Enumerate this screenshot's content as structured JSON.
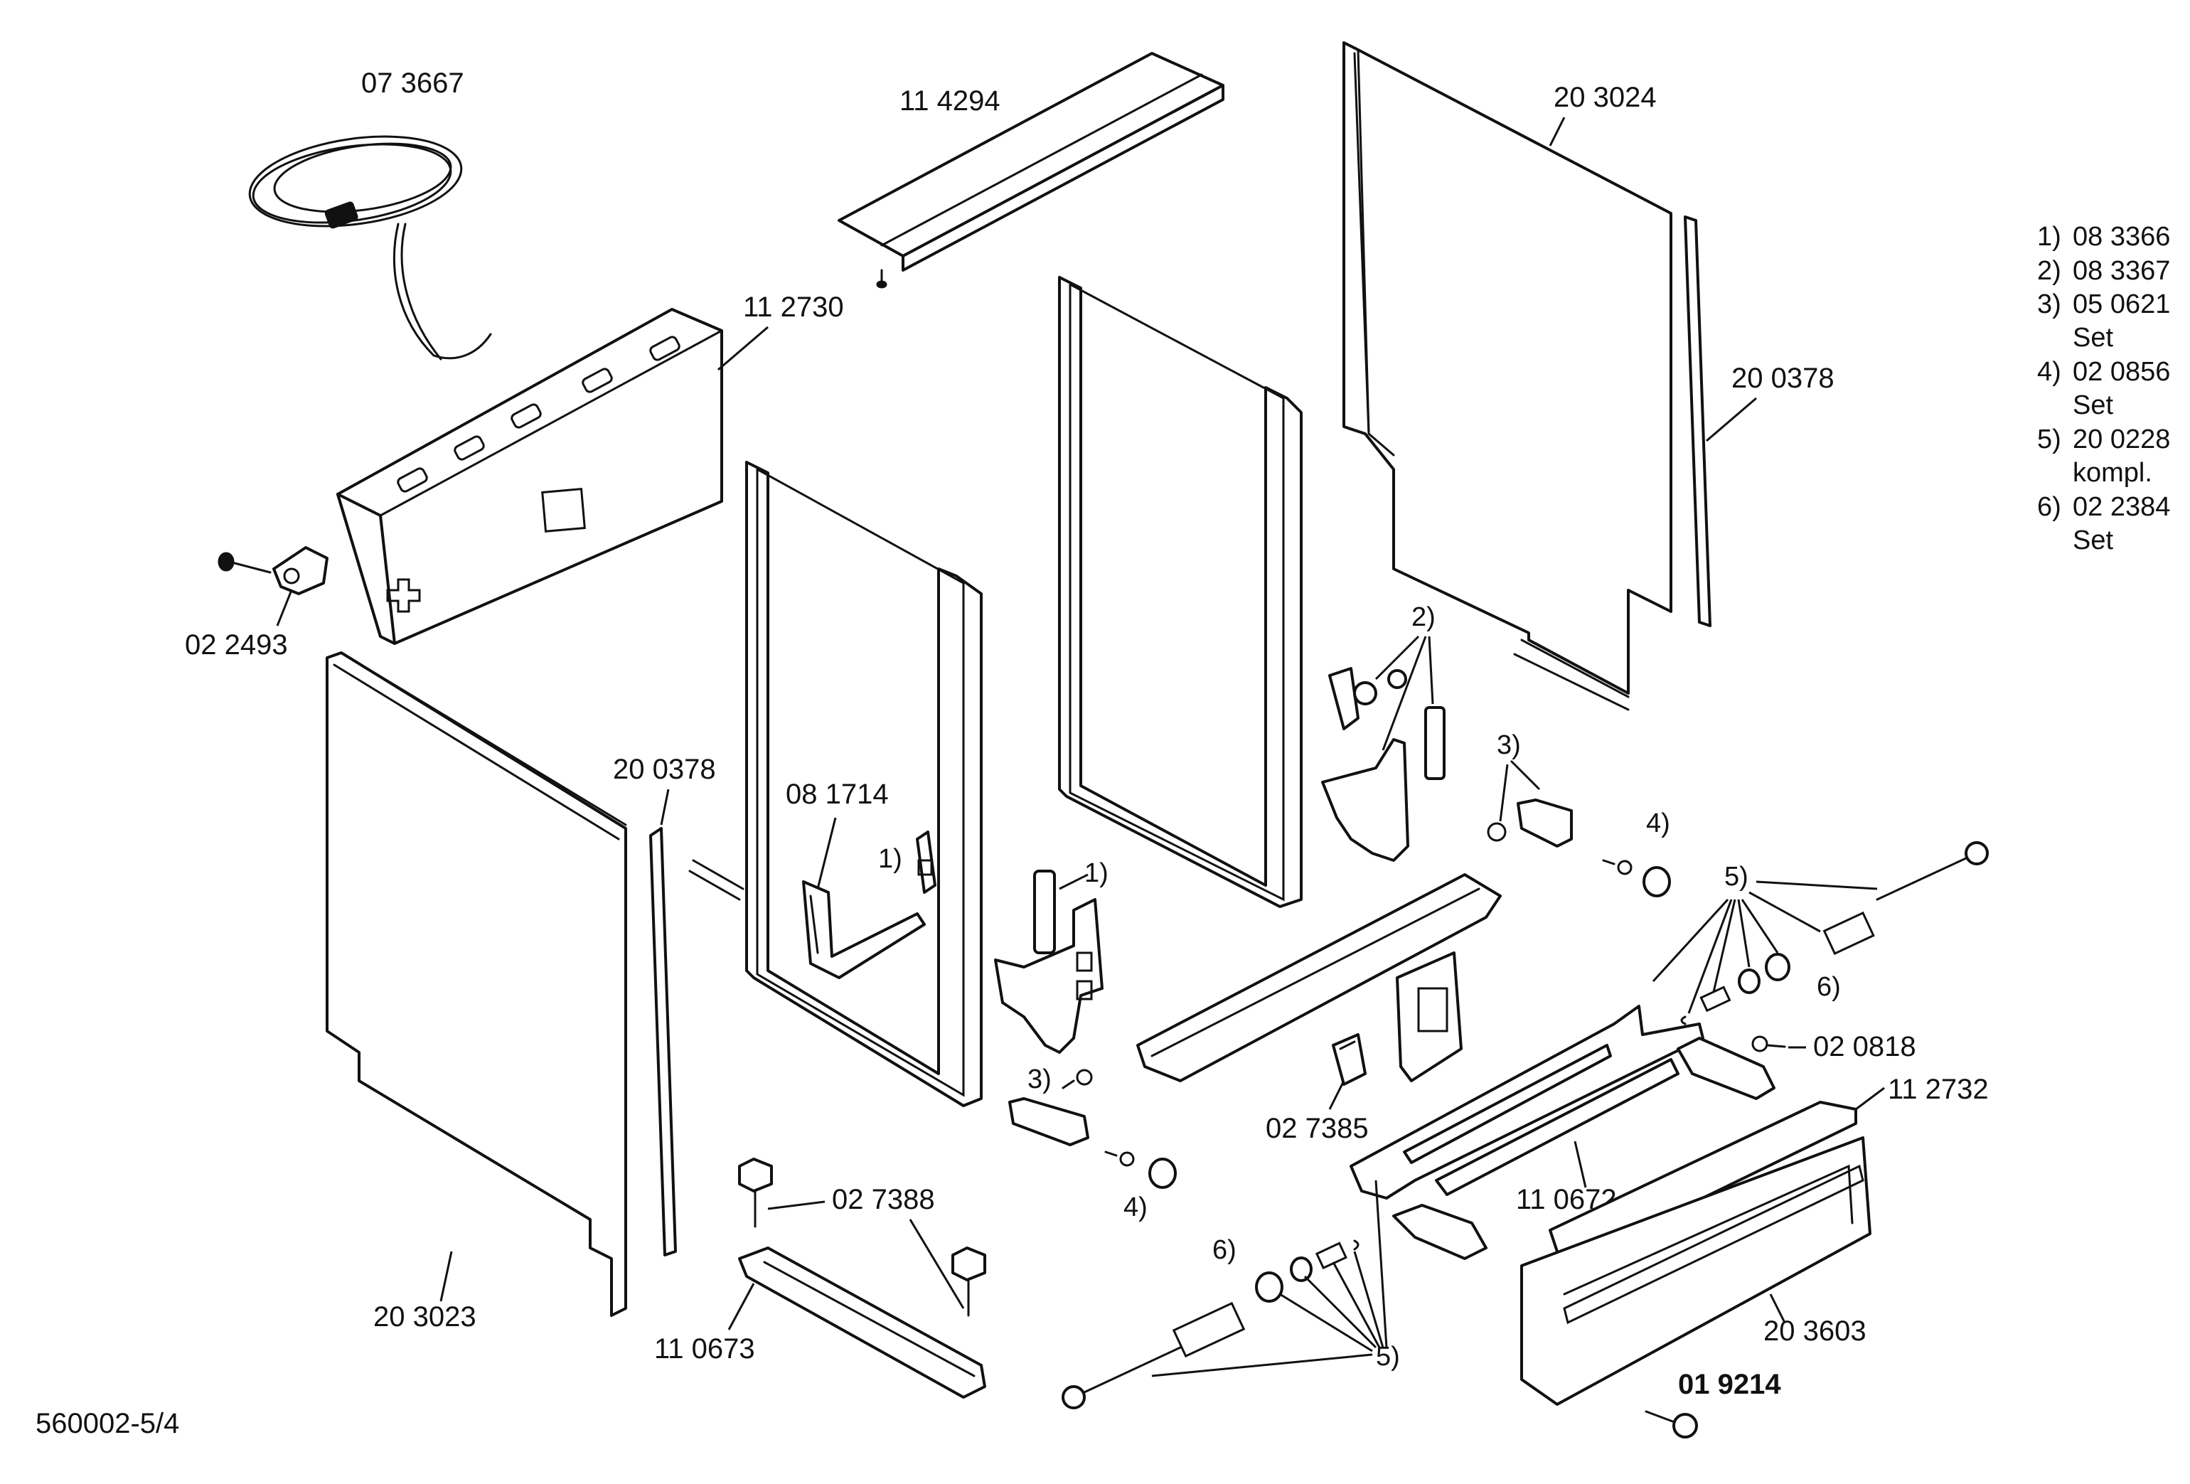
{
  "parts": {
    "cable": "07 3667",
    "top_strip": "11 4294",
    "back_panel": "20 3024",
    "front_rail": "11 2730",
    "seal_right": "20 0378",
    "clamp": "02 2493",
    "seal_left": "20 0378",
    "side_panel": "20 3023",
    "hinge_bracket": "08 1714",
    "hinge_nut": "02 7388",
    "base_strut_left": "11 0673",
    "foot_clip": "02 7385",
    "base_strut_right": "11 0672",
    "screw": "02 0818",
    "base_front": "11 2732",
    "plinth": "20 3603",
    "plinth_screw": "01 9214"
  },
  "callouts": {
    "c1": "1)",
    "c2": "2)",
    "c3": "3)",
    "c4": "4)",
    "c5": "5)",
    "c6": "6)"
  },
  "legend": [
    {
      "key": "1)",
      "text": "08 3366",
      "note": ""
    },
    {
      "key": "2)",
      "text": "08 3367",
      "note": ""
    },
    {
      "key": "3)",
      "text": "05 0621",
      "note": "Set"
    },
    {
      "key": "4)",
      "text": "02 0856",
      "note": "Set"
    },
    {
      "key": "5)",
      "text": "20 0228",
      "note": "kompl."
    },
    {
      "key": "6)",
      "text": "02 2384",
      "note": "Set"
    }
  ],
  "footer": {
    "drawing_id": "560002-5/4"
  }
}
